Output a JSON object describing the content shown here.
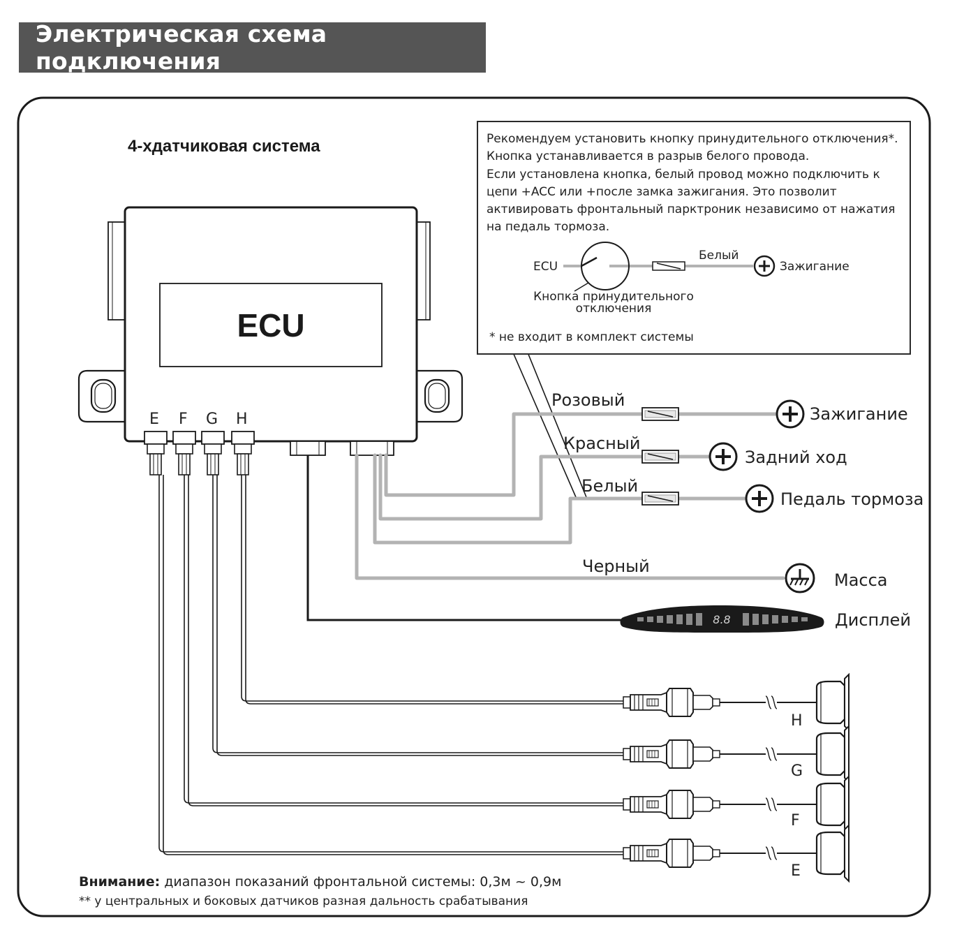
{
  "header": {
    "title": "Электрическая схема подключения"
  },
  "system_title": "4-хдатчиковая система",
  "ecu": {
    "label": "ECU",
    "ports": [
      "E",
      "F",
      "G",
      "H"
    ]
  },
  "note": {
    "lines": [
      "Рекомендуем установить кнопку принудительного отключения*.",
      "Кнопка устанавливается в разрыв белого провода.",
      "Если установлена кнопка, белый провод можно подключить к",
      "цепи +ACC или +после замка зажигания. Это позволит",
      "активировать фронтальный парктроник независимо от нажатия",
      "на педаль тормоза."
    ],
    "ecu_label": "ECU",
    "wire_label": "Белый",
    "dest_label": "Зажигание",
    "button_label_1": "Кнопка принудительного",
    "button_label_2": "отключения",
    "footnote": "* не входит в комплект системы"
  },
  "wires": [
    {
      "color_name": "Розовый",
      "destination": "Зажигание"
    },
    {
      "color_name": "Красный",
      "destination": "Задний ход"
    },
    {
      "color_name": "Белый",
      "destination": "Педаль тормоза"
    },
    {
      "color_name": "Черный",
      "destination": "Масса"
    }
  ],
  "display": {
    "label": "Дисплей",
    "digits": "8.8"
  },
  "sensors": [
    "H",
    "G",
    "F",
    "E"
  ],
  "footer": {
    "attention_bold": "Внимание:",
    "attention_text": " диапазон показаний фронтальной системы: 0,3м ~ 0,9м",
    "footnote": "** у центральных и боковых датчиков разная дальность срабатывания"
  },
  "colors": {
    "banner": "#555555",
    "wire_grey": "#b3b3b3",
    "outline": "#1a1a1a"
  }
}
